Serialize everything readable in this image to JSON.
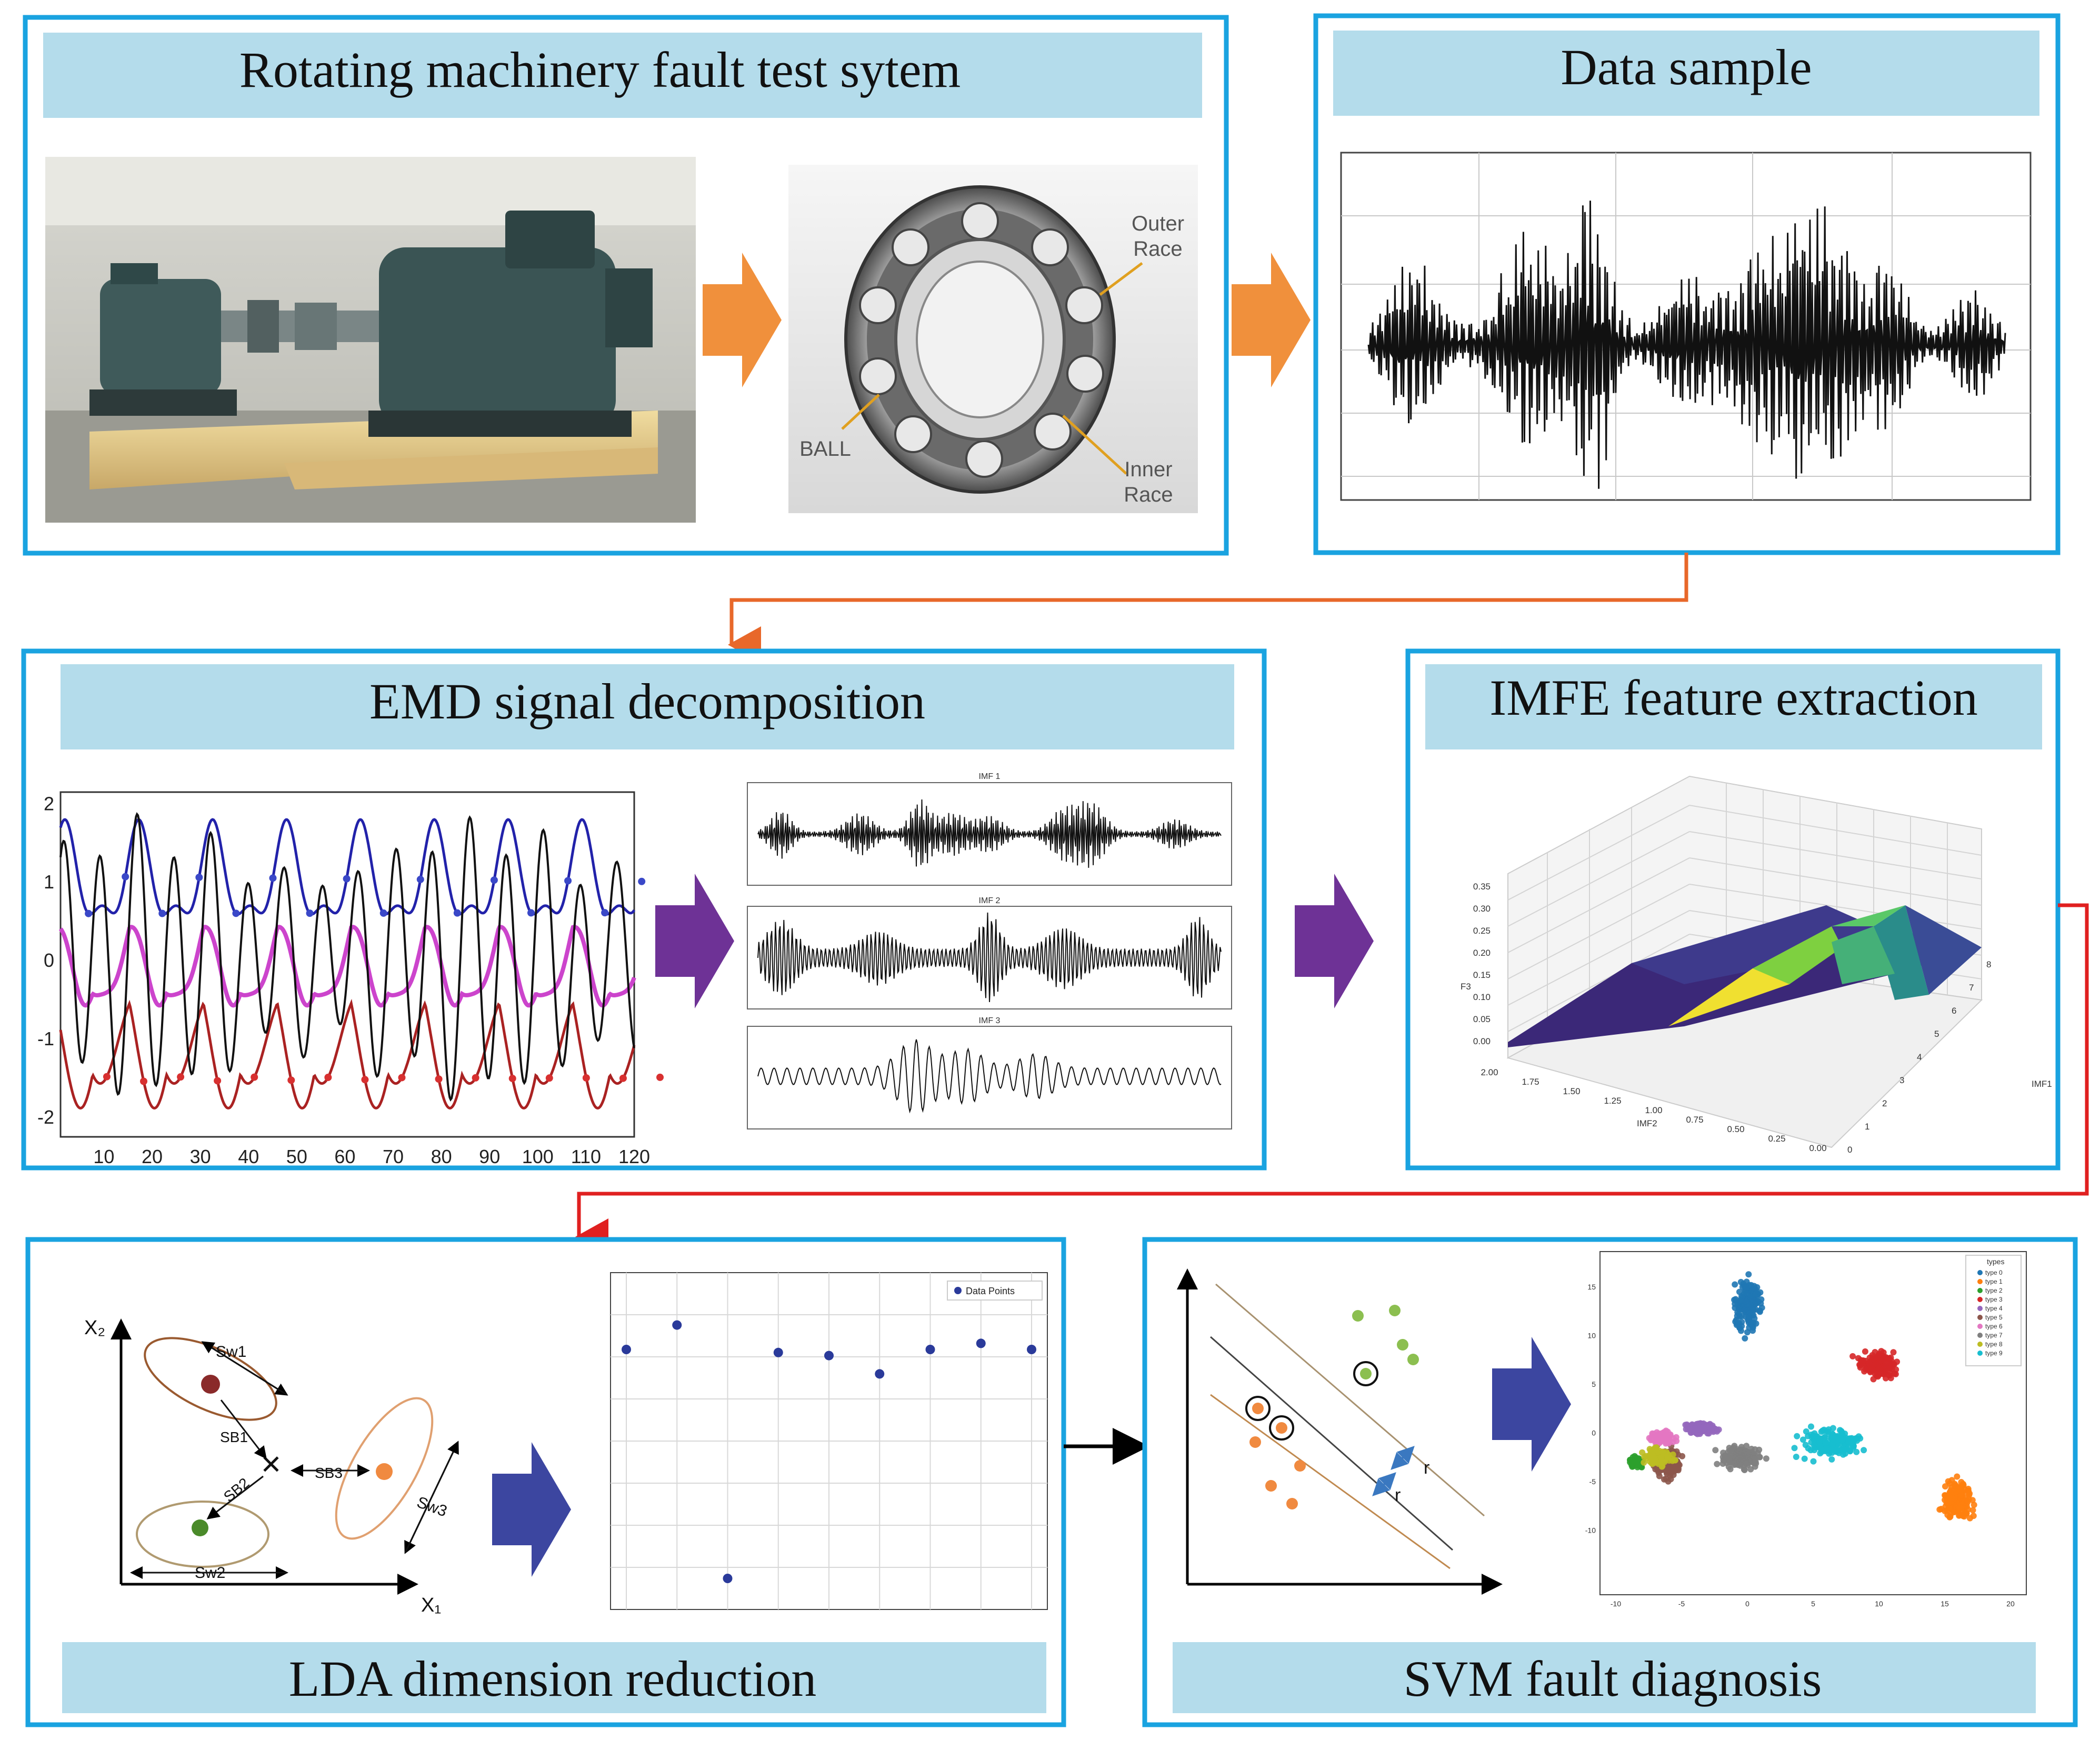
{
  "panels": {
    "test_system": {
      "title": "Rotating machinery fault test sytem",
      "bearing_labels": {
        "outer": "Outer\nRace",
        "ball": "BALL",
        "inner": "Inner\nRace"
      }
    },
    "data_sample": {
      "title": "Data sample"
    },
    "emd": {
      "title": "EMD signal decomposition",
      "x_ticks": [
        "10",
        "20",
        "30",
        "40",
        "50",
        "60",
        "70",
        "80",
        "90",
        "100",
        "110",
        "120"
      ],
      "y_ticks": [
        "2",
        "1",
        "0",
        "-1",
        "-2"
      ],
      "imf_labels": [
        "IMF 1",
        "IMF 2",
        "IMF 3"
      ]
    },
    "imfe": {
      "title": "IMFE feature extraction",
      "z_ticks": [
        "0.35",
        "0.30",
        "0.25",
        "0.20",
        "0.15",
        "0.10",
        "0.05",
        "0.00"
      ],
      "z_label": "F3",
      "x_ticks": [
        "2.00",
        "1.75",
        "1.50",
        "1.25",
        "1.00",
        "0.75",
        "0.50",
        "0.25",
        "0.00"
      ],
      "x_label": "IMF2",
      "y_ticks": [
        "0",
        "1",
        "2",
        "3",
        "4",
        "5",
        "6",
        "7",
        "8"
      ],
      "y_label": "IMF1"
    },
    "lda": {
      "title": "LDA dimension reduction",
      "diagram_labels": {
        "x2": "X₂",
        "x1": "X₁",
        "sw1": "Sw1",
        "sw2": "Sw2",
        "sw3": "Sw3",
        "sb1": "SB1",
        "sb2": "SB2",
        "sb3": "SB3"
      },
      "scatter_legend": "Data Points",
      "scatter_points": [
        0.8,
        0.88,
        0.05,
        0.79,
        0.78,
        0.72,
        0.8,
        0.82,
        0.8
      ]
    },
    "svm": {
      "title": "SVM fault diagnosis",
      "margin_label": "r",
      "legend_title": "types",
      "legend_items": [
        "type 0",
        "type 1",
        "type 2",
        "type 3",
        "type 4",
        "type 5",
        "type 6",
        "type 7",
        "type 8",
        "type 9"
      ],
      "x_ticks": [
        "-10",
        "-5",
        "0",
        "5",
        "10",
        "15",
        "20"
      ],
      "y_ticks": [
        "15",
        "10",
        "5",
        "0",
        "-5",
        "-10"
      ]
    }
  },
  "colors": {
    "panel_border": "#1aa3e0",
    "title_bar": "#b4dceb",
    "orange_arrow": "#f0903c",
    "purple_arrow": "#6e3296",
    "blue_arrow": "#3c46a0",
    "connector_orange": "#e8682a",
    "connector_red": "#e02020"
  }
}
